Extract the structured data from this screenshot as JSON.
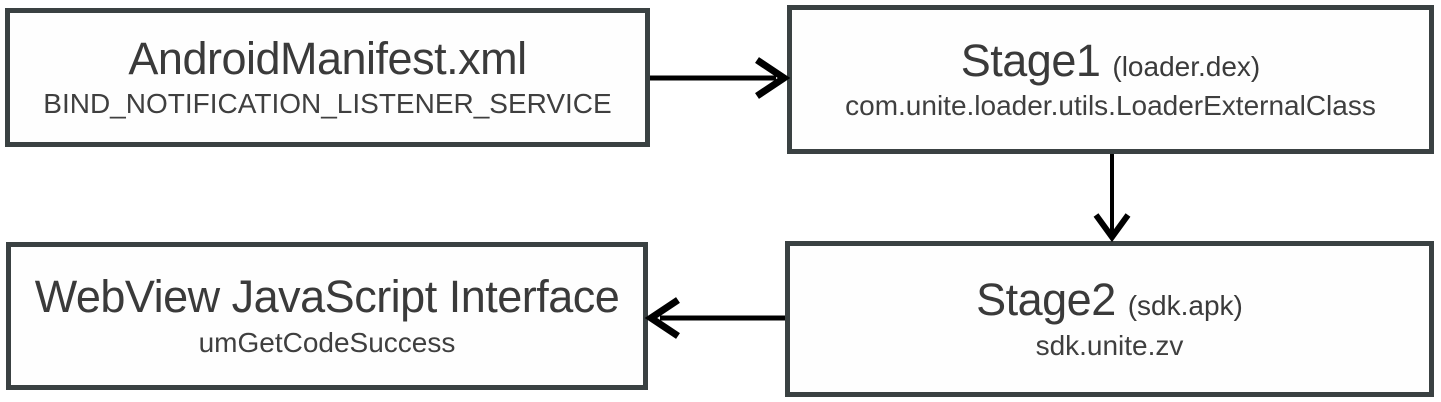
{
  "diagram": {
    "description": "Flow diagram of a staged Android payload chain",
    "nodes": [
      {
        "id": "android-manifest",
        "title": "AndroidManifest.xml",
        "subtitle": "BIND_NOTIFICATION_LISTENER_SERVICE"
      },
      {
        "id": "stage1",
        "title": "Stage1",
        "title_suffix": "(loader.dex)",
        "subtitle": "com.unite.loader.utils.LoaderExternalClass"
      },
      {
        "id": "webview",
        "title": "WebView JavaScript Interface",
        "subtitle": "umGetCodeSuccess"
      },
      {
        "id": "stage2",
        "title": "Stage2",
        "title_suffix": "(sdk.apk)",
        "subtitle": "sdk.unite.zv"
      }
    ],
    "edges": [
      {
        "from": "android-manifest",
        "to": "stage1",
        "direction": "right"
      },
      {
        "from": "stage1",
        "to": "stage2",
        "direction": "down"
      },
      {
        "from": "stage2",
        "to": "webview",
        "direction": "left"
      }
    ],
    "colors": {
      "node_border": "#3a4142",
      "node_background": "#fefefe",
      "text": "#3a3a3a",
      "arrow": "#000000",
      "background": "#ffffff"
    }
  }
}
